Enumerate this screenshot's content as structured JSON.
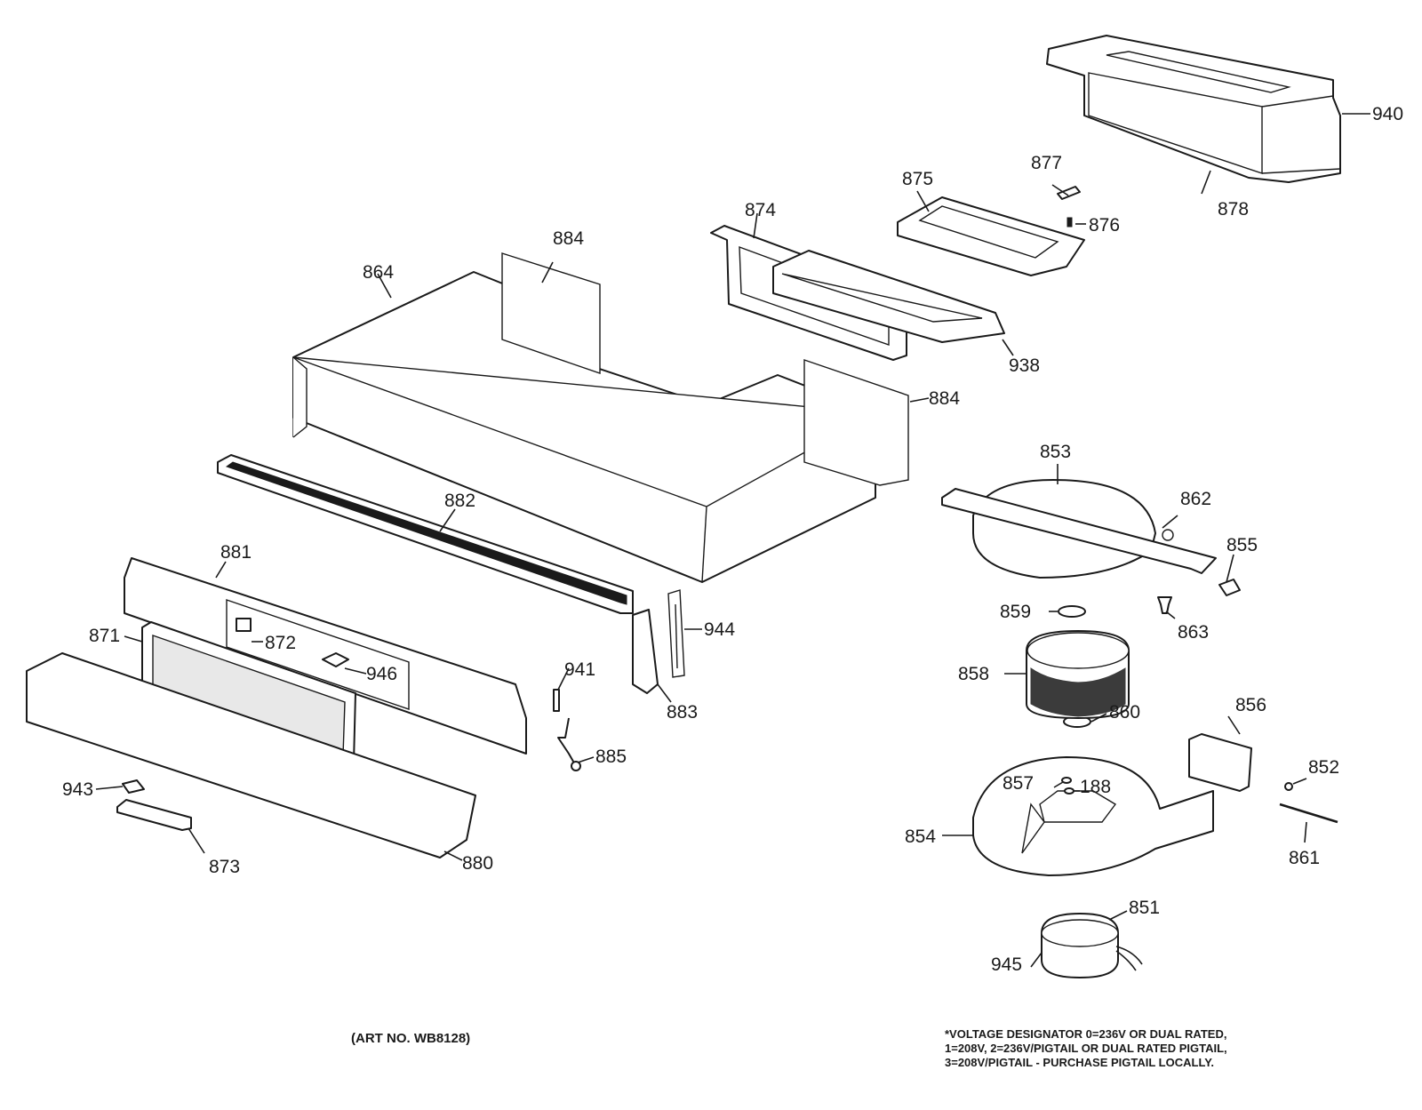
{
  "callouts": {
    "c940": "940",
    "c878": "878",
    "c877": "877",
    "c876": "876",
    "c875": "875",
    "c874": "874",
    "c938": "938",
    "c884a": "884",
    "c884b": "884",
    "c864": "864",
    "c853": "853",
    "c862": "862",
    "c855": "855",
    "c863": "863",
    "c859": "859",
    "c858": "858",
    "c860": "860",
    "c856": "856",
    "c852": "852",
    "c861": "861",
    "c857": "857",
    "c188": "188",
    "c854": "854",
    "c851": "851",
    "c945": "945",
    "c882": "882",
    "c881": "881",
    "c872": "872",
    "c871": "871",
    "c946": "946",
    "c941": "941",
    "c883": "883",
    "c944": "944",
    "c885": "885",
    "c943": "943",
    "c873": "873",
    "c880": "880"
  },
  "footer": {
    "art_no": "(ART NO. WB8128)",
    "note_lines": [
      "*VOLTAGE DESIGNATOR 0=236V OR DUAL RATED,",
      "1=208V, 2=236V/PIGTAIL OR DUAL RATED PIGTAIL,",
      "3=208V/PIGTAIL - PURCHASE PIGTAIL LOCALLY."
    ]
  }
}
